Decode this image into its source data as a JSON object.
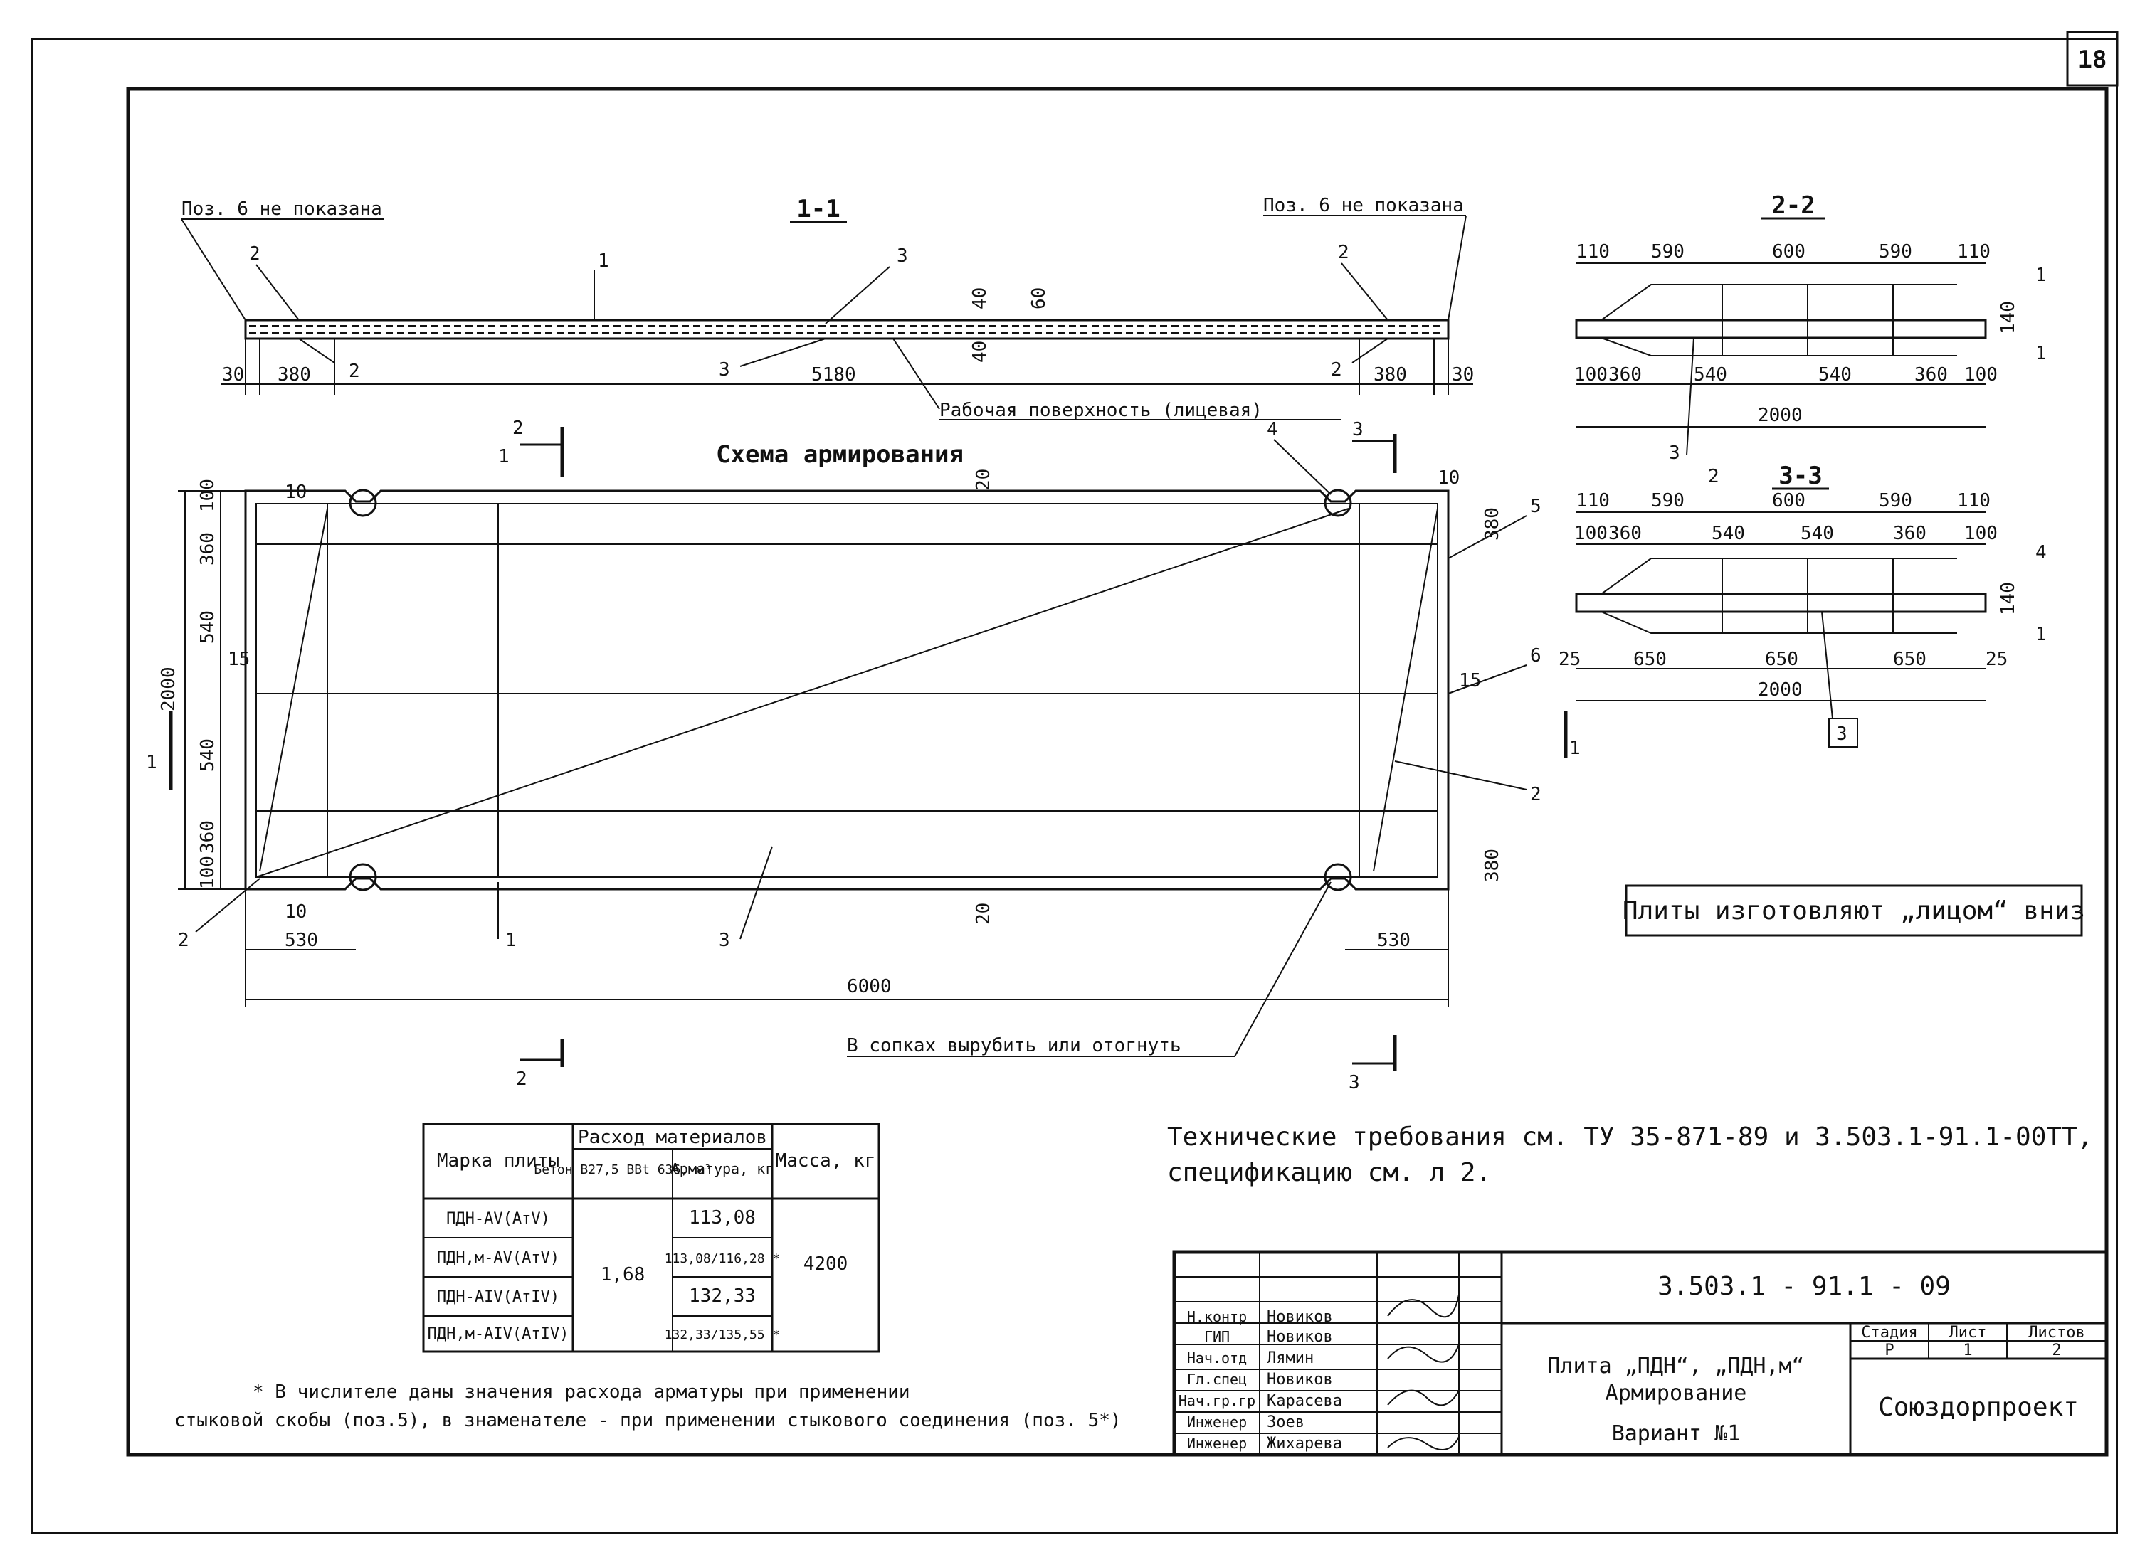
{
  "sheet_number": "18",
  "section_1_1": {
    "title": "1-1",
    "note_left": "Поз. 6 не показана",
    "note_right": "Поз. 6 не показана",
    "labels": [
      "2",
      "1",
      "3",
      "2",
      "3",
      "2",
      "2"
    ],
    "dims": [
      "30",
      "380",
      "5180",
      "380",
      "30",
      "40",
      "60",
      "40"
    ],
    "surface_label": "Рабочая поверхность (лицевая)"
  },
  "scheme": {
    "title": "Схема армирования",
    "cut_labels": [
      "2",
      "2",
      "3",
      "3",
      "1",
      "1"
    ],
    "pos_labels": [
      "4",
      "5",
      "6",
      "2",
      "2",
      "1",
      "3",
      "1"
    ],
    "dims_left": [
      "100",
      "360",
      "540",
      "15",
      "540",
      "360",
      "100"
    ],
    "dim_overall_height": "2000",
    "dims_bottom": [
      "530",
      "530"
    ],
    "dim_overall_length": "6000",
    "dims_small": [
      "10",
      "10",
      "20",
      "20",
      "15",
      "380",
      "380",
      "10"
    ],
    "cut_note": "В сопках вырубить или отогнуть"
  },
  "section_2_2": {
    "title": "2-2",
    "dims_top": [
      "110",
      "590",
      "600",
      "590",
      "110"
    ],
    "dims_bottom": [
      "100",
      "360",
      "540",
      "540",
      "360",
      "100"
    ],
    "dim_total": "2000",
    "labels": [
      "1",
      "1",
      "3"
    ],
    "height": "140"
  },
  "section_3_3": {
    "title": "3-3",
    "dims_top": [
      "110",
      "590",
      "600",
      "590",
      "110"
    ],
    "dims_mid": [
      "100",
      "360",
      "540",
      "540",
      "360",
      "100"
    ],
    "dims_bottom": [
      "25",
      "650",
      "650",
      "650",
      "25"
    ],
    "dim_total": "2000",
    "labels": [
      "2",
      "4",
      "1",
      "3"
    ],
    "height": "140"
  },
  "face_note": "Плиты изготовляют „лицом“ вниз",
  "table": {
    "headers": {
      "mark": "Марка плиты",
      "materials": "Расход материалов",
      "concrete": "Бетон B27,5 BBt 636, м³",
      "rebar": "Арматура, кг",
      "mass": "Масса, кг"
    },
    "rows": [
      {
        "mark": "ПДН-АV(АтV)",
        "rebar": "113,08"
      },
      {
        "mark": "ПДН,м-АV(АтV)",
        "rebar": "113,08/116,28 *"
      },
      {
        "mark": "ПДН-АIV(АтIV)",
        "rebar": "132,33"
      },
      {
        "mark": "ПДН,м-АIV(АтIV)",
        "rebar": "132,33/135,55 *"
      }
    ],
    "concrete_value": "1,68",
    "mass_value": "4200"
  },
  "footnote": {
    "line1": "*  В числителе даны значения расхода арматуры при применении",
    "line2": "стыковой скобы (поз.5), в знаменателе - при применении стыкового соединения (поз. 5*)"
  },
  "tech_note": {
    "line1": "Технические  требования  см. ТУ 35-871-89 и 3.503.1-91.1-00ТТ,",
    "line2": "спецификацию  см. л 2."
  },
  "title_block": {
    "roles": [
      "Н.контр",
      "ГИП",
      "Нач.отд",
      "Гл.спец",
      "Нач.гр.гр",
      "Инженер",
      "Инженер"
    ],
    "names": [
      "Новиков",
      "Новиков",
      "Лямин",
      "Новиков",
      "Карасева",
      "Зоев",
      "Жихарева"
    ],
    "doc_code": "3.503.1 - 91.1 - 09",
    "title_line1": "Плита „ПДН“, „ПДН,м“",
    "title_line2": "Армирование",
    "title_line3": "Вариант №1",
    "stage_label": "Стадия",
    "sheet_label": "Лист",
    "sheets_label": "Листов",
    "stage": "Р",
    "sheet": "1",
    "sheets": "2",
    "org": "Союздорпроект"
  }
}
